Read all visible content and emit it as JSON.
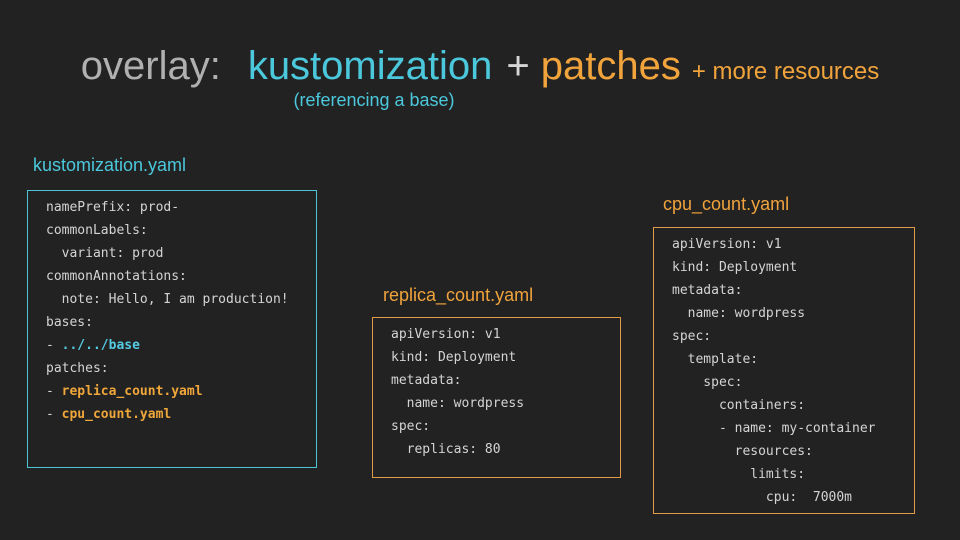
{
  "slide": {
    "title": {
      "overlay": "overlay:",
      "kustomization": "kustomization",
      "plus": "+",
      "patches": "patches",
      "more_resources": "+ more resources",
      "subtitle": "(referencing a base)"
    },
    "colors": {
      "background": "#222222",
      "title_gray": "#b0b0b0",
      "plus_gray": "#d5d5d5",
      "cyan_accent": "#4bc8dc",
      "orange_accent": "#f1a33c",
      "cyan_border": "#4fc4d5",
      "orange_border": "#e09a4a",
      "code_text": "#d4d4d4",
      "code_cyan_bold": "#55cbe2",
      "code_orange_bold": "#efa63a"
    },
    "boxes": [
      {
        "label": "kustomization.yaml",
        "accent": "cyan",
        "lines": [
          [
            {
              "t": "namePrefix: prod-",
              "c": "p"
            }
          ],
          [
            {
              "t": "commonLabels:",
              "c": "p"
            }
          ],
          [
            {
              "t": "  variant: prod",
              "c": "p"
            }
          ],
          [
            {
              "t": "commonAnnotations:",
              "c": "p"
            }
          ],
          [
            {
              "t": "  note: Hello, I am production!",
              "c": "p"
            }
          ],
          [
            {
              "t": "bases:",
              "c": "p"
            }
          ],
          [
            {
              "t": "- ",
              "c": "p"
            },
            {
              "t": "../../base",
              "c": "cy"
            }
          ],
          [
            {
              "t": "patches:",
              "c": "p"
            }
          ],
          [
            {
              "t": "- ",
              "c": "p"
            },
            {
              "t": "replica_count.yaml",
              "c": "or"
            }
          ],
          [
            {
              "t": "- ",
              "c": "p"
            },
            {
              "t": "cpu_count.yaml",
              "c": "or"
            }
          ]
        ]
      },
      {
        "label": "replica_count.yaml",
        "accent": "orange",
        "lines": [
          [
            {
              "t": "apiVersion: v1",
              "c": "p"
            }
          ],
          [
            {
              "t": "kind: Deployment",
              "c": "p"
            }
          ],
          [
            {
              "t": "metadata:",
              "c": "p"
            }
          ],
          [
            {
              "t": "  name: wordpress",
              "c": "p"
            }
          ],
          [
            {
              "t": "spec:",
              "c": "p"
            }
          ],
          [
            {
              "t": "  replicas: 80",
              "c": "p"
            }
          ]
        ]
      },
      {
        "label": "cpu_count.yaml",
        "accent": "orange",
        "lines": [
          [
            {
              "t": "apiVersion: v1",
              "c": "p"
            }
          ],
          [
            {
              "t": "kind: Deployment",
              "c": "p"
            }
          ],
          [
            {
              "t": "metadata:",
              "c": "p"
            }
          ],
          [
            {
              "t": "  name: wordpress",
              "c": "p"
            }
          ],
          [
            {
              "t": "spec:",
              "c": "p"
            }
          ],
          [
            {
              "t": "  template:",
              "c": "p"
            }
          ],
          [
            {
              "t": "    spec:",
              "c": "p"
            }
          ],
          [
            {
              "t": "      containers:",
              "c": "p"
            }
          ],
          [
            {
              "t": "      - name: my-container",
              "c": "p"
            }
          ],
          [
            {
              "t": "        resources:",
              "c": "p"
            }
          ],
          [
            {
              "t": "          limits:",
              "c": "p"
            }
          ],
          [
            {
              "t": "            cpu:  7000m",
              "c": "p"
            }
          ]
        ]
      }
    ]
  }
}
